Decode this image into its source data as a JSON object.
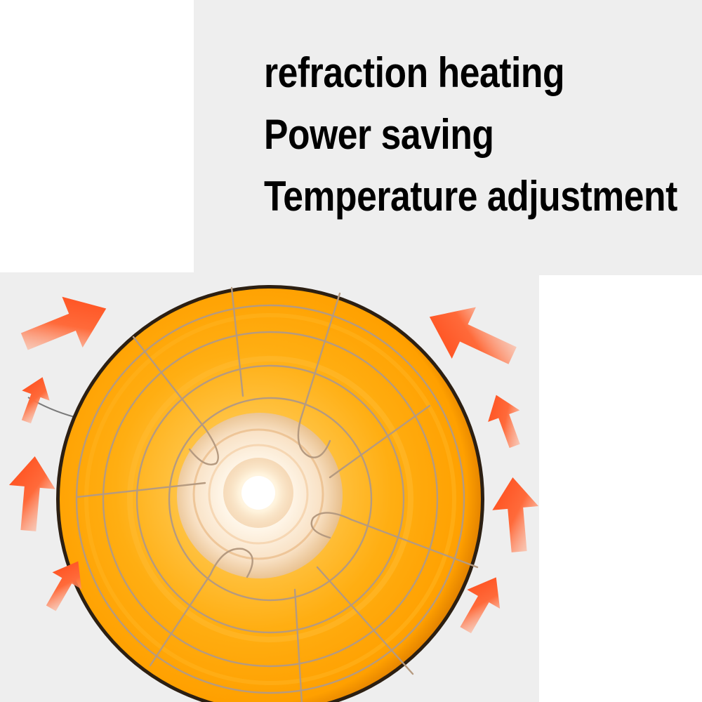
{
  "features": [
    "refraction heating",
    "Power saving",
    "Temperature adjustment"
  ],
  "colors": {
    "panel": "#eeeeee",
    "lamp_shade": "#ffa600",
    "lamp_rim": "#3a2a18",
    "bulb_glow": "#fff6e8",
    "arrow": "#ff4b1a",
    "guard_wire": "#b8a28a"
  },
  "icons": [
    "heat-lamp",
    "wire-guard",
    "bulb",
    "heat-arrow"
  ]
}
